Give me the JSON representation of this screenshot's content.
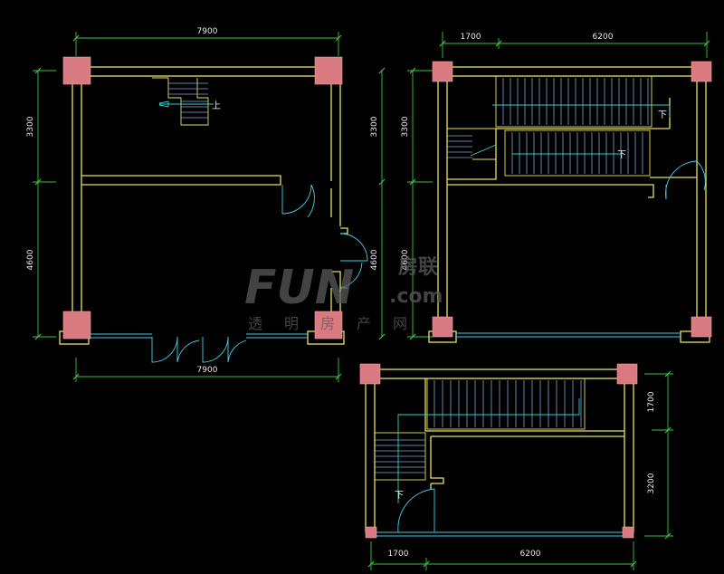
{
  "plans": {
    "first": {
      "dim_top": "7900",
      "dim_bottom": "7900",
      "dim_left_upper": "3300",
      "dim_left_lower": "4600",
      "dim_right_upper": "3300",
      "dim_right_lower": "4600",
      "stair_label": "上"
    },
    "second": {
      "dim_top_left": "1700",
      "dim_top_right": "6200",
      "dim_left_upper": "3300",
      "dim_left_lower": "4600",
      "stair_label_a": "下",
      "stair_label_b": "下"
    },
    "third": {
      "dim_bottom_left": "1700",
      "dim_bottom_right": "6200",
      "dim_right_upper": "1700",
      "dim_right_lower": "3200",
      "stair_label": "下"
    }
  },
  "watermark": {
    "latin": "FUN",
    "brand_cn": "房联",
    "domain": ".com",
    "tagline": "透明房产网"
  },
  "colors": {
    "background": "#000000",
    "wall": "#e6e060",
    "dimension": "#3ec43e",
    "glass": "#43c8e6",
    "column": "#d97a80",
    "stair": "#7fa7d6"
  }
}
